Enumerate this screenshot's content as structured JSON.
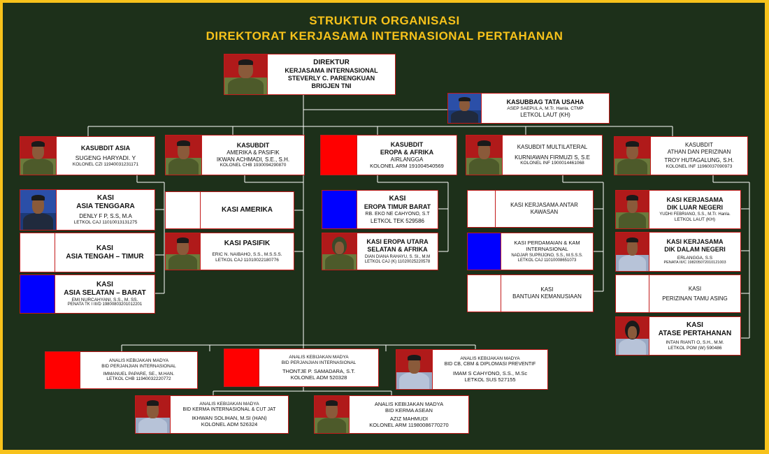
{
  "title": {
    "line1": "STRUKTUR ORGANISASI",
    "line2": "DIREKTORAT KERJASAMA INTERNASIONAL PERTAHANAN"
  },
  "colors": {
    "frame": "#f7c21b",
    "background": "#1d301a",
    "box_border": "#c31a1a",
    "line": "#ffffff",
    "placeholder_red": "#ff0000",
    "placeholder_blue": "#0000ff"
  },
  "boxes": {
    "direktur": {
      "l1": "DIREKTUR",
      "l2": "KERJASAMA INTERNASIONAL",
      "l3": "STEVERLY C. PARENGKUAN",
      "l4": "BRIGJEN TNI"
    },
    "kasubbag_tu": {
      "l1": "KASUBBAG TATA USAHA",
      "l2": "ASEP SAEPUL A, M.Tr. Hanla. CTMP",
      "l3": "LETKOL LAUT (KH)"
    },
    "kasubdit_asia": {
      "l1": "KASUBDIT ASIA",
      "l2": "SUGENG HARYADI. Y",
      "l3": "KOLONEL CZI 11940031231171"
    },
    "kasubdit_amerika": {
      "l1": "KASUBDIT",
      "l2": "AMERIKA & PASIFIK",
      "l3": "IKWAN ACHMADI, S.E., S.H.",
      "l4": "KOLONEL CHB 1930094290870"
    },
    "kasubdit_eropa": {
      "l1": "KASUBDIT",
      "l2": "EROPA & AFRIKA",
      "l3": "AIRLANGGA",
      "l4": "KOLONEL ARM 191004540569"
    },
    "kasubdit_multi": {
      "l1": "KASUBDIT MULTILATERAL",
      "l2": "KURNIAWAN FIRMUZI S, S.E",
      "l3": "KOLONEL INF 1900014461068"
    },
    "kasubdit_athan": {
      "l1": "KASUBDIT",
      "l2": "ATHAN DAN PERIZINAN",
      "l3": "TROY HUTAGALUNG, S.H.",
      "l4": "KOLONEL INF 11960037090973"
    },
    "kasi_asteng": {
      "l1": "KASI",
      "l2": "ASIA TENGGARA",
      "l3": "DENLY F P, S.S, M.A",
      "l4": "LETKOL CAJ 11010013131275"
    },
    "kasi_astim": {
      "l1": "KASI",
      "l2": "ASIA TENGAH – TIMUR"
    },
    "kasi_asel": {
      "l1": "KASI",
      "l2": "ASIA SELATAN – BARAT",
      "l3": "EMI NURCAHYANI, S.S., M. SS.",
      "l4": "PENATA TK I III/D 19800803201012201"
    },
    "kasi_amerika": {
      "l1": "KASI AMERIKA"
    },
    "kasi_pasifik": {
      "l1": "KASI PASIFIK",
      "l2": "ERIC N. NAIBAHO, S.S., M.S.S.S.",
      "l3": "LETKOL CAJ 11010022180776"
    },
    "kasi_etb": {
      "l1": "KASI",
      "l2": "EROPA TIMUR BARAT",
      "l3": "RB. EKO NE CAHYONO, S.T",
      "l4": "LETKOL TEK 529586"
    },
    "kasi_eusa": {
      "l1": "KASI EROPA UTARA",
      "l2": "SELATAN & AFRIKA",
      "l3": "DIAN DIANA RAHAYU, S. SI., M.M",
      "l4": "LETKOL CAJ (K) 11020025220578"
    },
    "kasi_kaw": {
      "l1": "KASI KERJASAMA ANTAR",
      "l2": "KAWASAN"
    },
    "kasi_perdamaian": {
      "l1": "KASI PERDAMAIAN & KAM",
      "l2": "INTERNASIONAL",
      "l3": "NADJAR SUPRIJONO, S.S., M.S.S.S.",
      "l4": "LETKOL CAJ 11010008651073"
    },
    "kasi_bantuan": {
      "l1": "KASI",
      "l2": "BANTUAN KEMANUSIAAN"
    },
    "kasi_dln": {
      "l1": "KASI KERJASAMA",
      "l2": "DIK LUAR NEGERI",
      "l3": "YUDHI FEBRIANO, S.S., M.Tr. Hanla.",
      "l4": "LETKOL LAUT (KH)"
    },
    "kasi_ddn": {
      "l1": "KASI KERJASAMA",
      "l2": "DIK DALAM NEGERI",
      "l3": "ERLANGGA, S.S",
      "l4": "PENATA III/C 198205072010121003"
    },
    "kasi_tamu": {
      "l1": "KASI",
      "l2": "PERIZINAN TAMU ASING"
    },
    "kasi_atase": {
      "l1": "KASI",
      "l2": "ATASE PERTAHANAN",
      "l3": "INTAN RIANTI O, S.H., M.M.",
      "l4": "LETKOL POM (W) 590486"
    },
    "analis1": {
      "l1": "ANALIS KEBIJAKAN MADYA",
      "l2": "BID PERJANJIAN INTERNASIONAL",
      "l3": "IMMANUEL PAPARE, SE., M.HAN.",
      "l4": "LETKOL CHB 11940032220772"
    },
    "analis2": {
      "l1": "ANALIS KEBIJAKAN MADYA",
      "l2": "BID PERJANJIAN INTERNASIONAL",
      "l3": "THONTJE P. SAMADARA, S.T.",
      "l4": "KOLONEL ADM 520328"
    },
    "analis3": {
      "l1": "ANALIS KEBIJAKAN MADYA",
      "l2": "BID CB, CBM & DIPLOMASI PREVENTIF",
      "l3": "IMAM S CAHYONO, S.S., M.Sc",
      "l4": "LETKOL SUS 527155"
    },
    "analis4": {
      "l1": "ANALIS KEBIJAKAN MADYA",
      "l2": "BID KERMA INTERNASIONAL & CUT JAT",
      "l3": "IKHWAN SOLIHAN, M.SI (HAN)",
      "l4": "KOLONEL ADM 526324"
    },
    "analis5": {
      "l1": "ANALIS KEBIJAKAN MADYA",
      "l2": "BID KERMA ASEAN",
      "l3": "AZIZ MAHMUDI",
      "l4": "KOLONEL ARM 11980086770270"
    }
  }
}
